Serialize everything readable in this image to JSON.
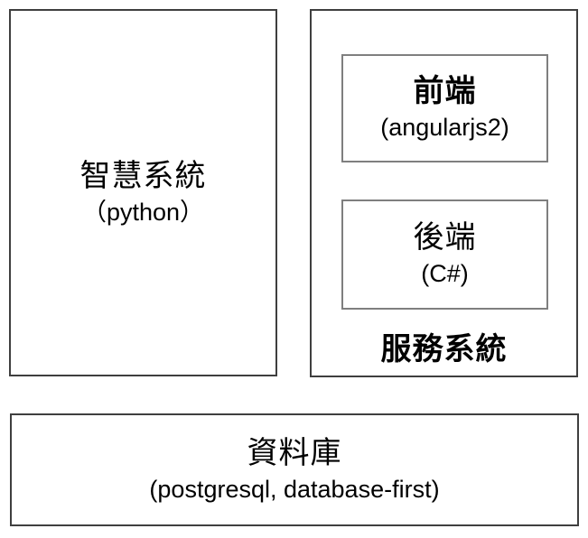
{
  "diagram": {
    "intelligence_box": {
      "title": "智慧系統",
      "subtitle": "（python）"
    },
    "service_box": {
      "label": "服務系統",
      "frontend": {
        "title": "前端",
        "subtitle": "(angularjs2)"
      },
      "backend": {
        "title": "後端",
        "subtitle": "(C#)"
      }
    },
    "database_box": {
      "title": "資料庫",
      "subtitle": "(postgresql, database-first)"
    }
  },
  "colors": {
    "background": "#ffffff",
    "outer_border": "#3f3f3f",
    "inner_border": "#7f7f7f",
    "text": "#000000"
  }
}
